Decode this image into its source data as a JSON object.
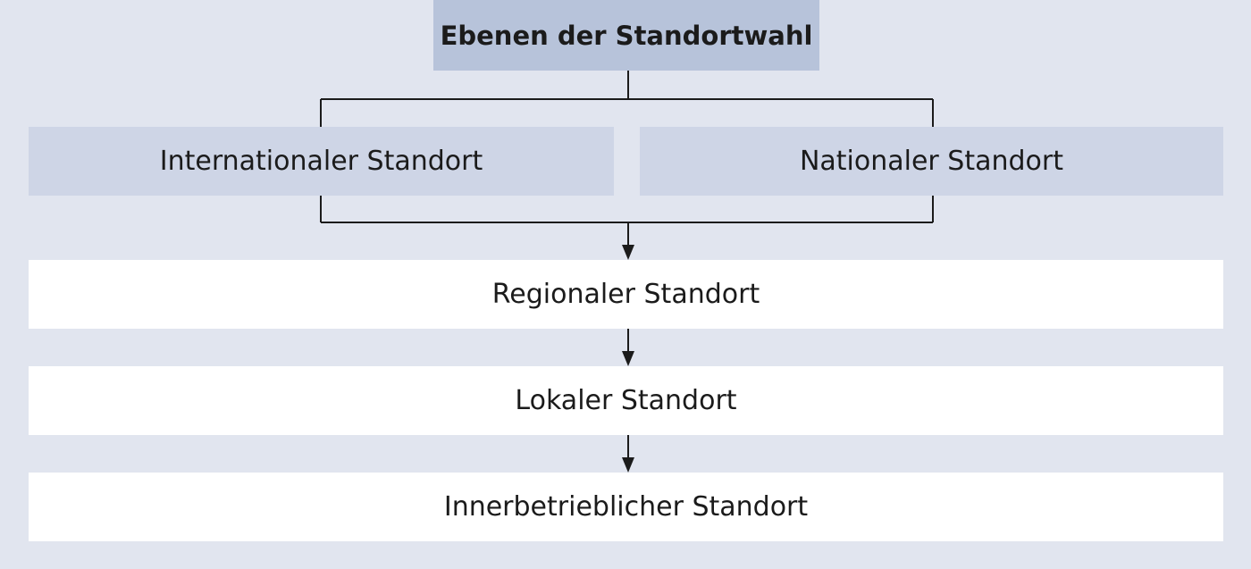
{
  "diagram": {
    "title": "Ebenen der Standortwahl",
    "level_international": "Internationaler Standort",
    "level_national": "Nationaler Standort",
    "level_regional": "Regionaler Standort",
    "level_local": "Lokaler Standort",
    "level_internal": "Innerbetrieblicher Standort",
    "colors": {
      "background": "#e1e5ef",
      "title_box": "#b7c3da",
      "level_box": "#ced5e6",
      "white_box": "#ffffff",
      "line": "#1b1b1b"
    }
  }
}
